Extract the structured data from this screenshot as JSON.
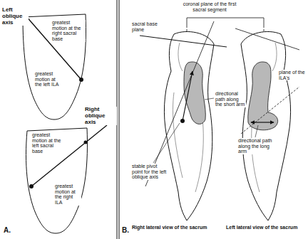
{
  "diagram": {
    "labels": [
      "Left oblique axis",
      "greatest motion at the right sacral base",
      "greatest motion at the left ILA",
      "Right oblique axis",
      "greatest motion at the left sacral base",
      "greatest motion at the right ILA",
      "A.",
      "coronal plane of the first sacral segment",
      "sacral base plane",
      "plane of the ILA's",
      "directional path along the short arm",
      "directional path along the long arm",
      "stable pivot point for the left oblique axis",
      "B.",
      "Right lateral view of the sacrum",
      "Left lateral view of the sacrum"
    ]
  }
}
